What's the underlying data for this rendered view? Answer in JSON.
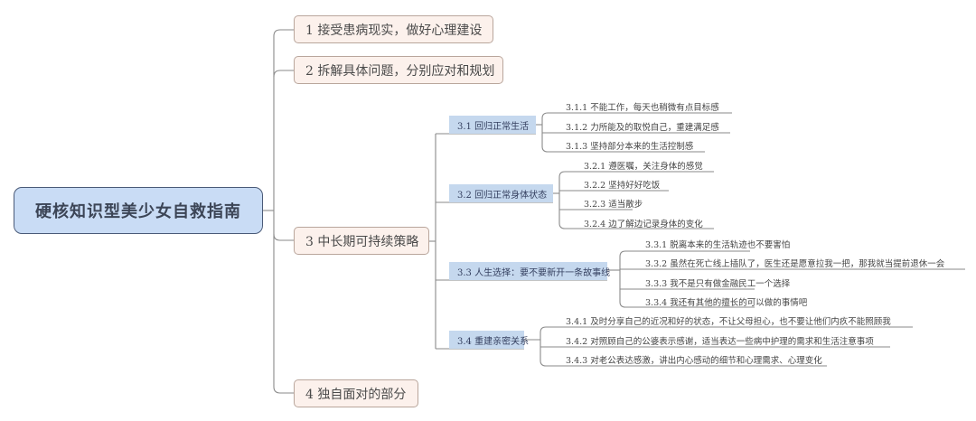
{
  "root": {
    "title": "硬核知识型美少女自救指南"
  },
  "branches": [
    {
      "label": "1  接受患病现实，做好心理建设"
    },
    {
      "label": "2  拆解具体问题，分别应对和规划"
    },
    {
      "label": "3  中长期可持续策略",
      "children": [
        {
          "label": "3.1  回归正常生活",
          "items": [
            "3.1.1  不能工作，每天也稍微有点目标感",
            "3.1.2  力所能及的取悦自己，重建满足感",
            "3.1.3  坚持部分本来的生活控制感"
          ]
        },
        {
          "label": "3.2  回归正常身体状态",
          "items": [
            "3.2.1  遵医嘱，关注身体的感觉",
            "3.2.2  坚持好好吃饭",
            "3.2.3  适当散步",
            "3.2.4  边了解边记录身体的变化"
          ]
        },
        {
          "label": "3.3  人生选择：要不要新开一条故事线",
          "items": [
            "3.3.1  脱离本来的生活轨迹也不要害怕",
            "3.3.2  虽然在死亡线上插队了，医生还是愿意拉我一把，那我就当提前退休一会",
            "3.3.3  我不是只有做金融民工一个选择",
            "3.3.4  我还有其他的擅长的可以做的事情吧"
          ]
        },
        {
          "label": "3.4  重建亲密关系",
          "items": [
            "3.4.1  及时分享自己的近况和好的状态，不让父母担心，也不要让他们内疚不能照顾我",
            "3.4.2  对照顾自己的公婆表示感谢，适当表达一些病中护理的需求和生活注意事项",
            "3.4.3  对老公表达感激，讲出内心感动的细节和心理需求、心理变化"
          ]
        }
      ]
    },
    {
      "label": "4  独自面对的部分"
    }
  ]
}
